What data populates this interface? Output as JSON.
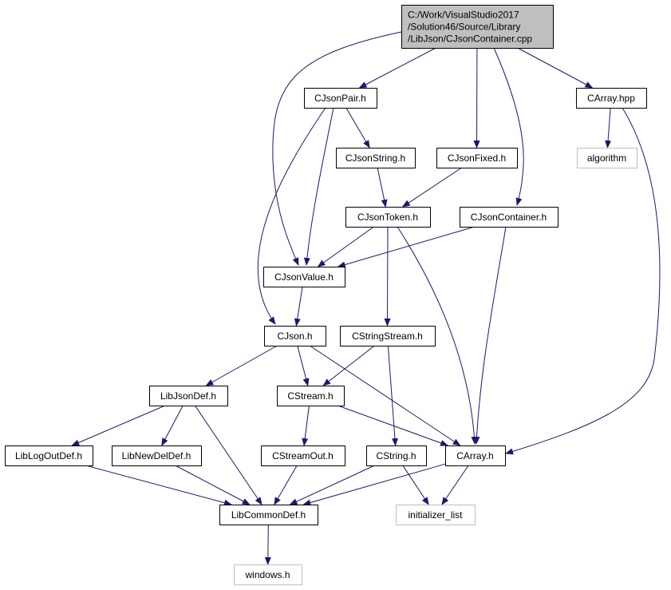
{
  "colors": {
    "edge": "#191970",
    "root_fill": "#bfbfbf",
    "node_fill": "#ffffff",
    "node_border": "#000000",
    "system_border": "#bfbfbf"
  },
  "nodes": [
    {
      "id": "root",
      "kind": "root",
      "lines": [
        "C:/Work/VisualStudio2017",
        "/Solution46/Source/Library",
        "/LibJson/CJsonContainer.cpp"
      ]
    },
    {
      "id": "cjsonpair",
      "kind": "file",
      "lines": [
        "CJsonPair.h"
      ]
    },
    {
      "id": "carrayhpp",
      "kind": "file",
      "lines": [
        "CArray.hpp"
      ]
    },
    {
      "id": "cjsonstring",
      "kind": "file",
      "lines": [
        "CJsonString.h"
      ]
    },
    {
      "id": "cjsonfixed",
      "kind": "file",
      "lines": [
        "CJsonFixed.h"
      ]
    },
    {
      "id": "algorithm",
      "kind": "system",
      "lines": [
        "algorithm"
      ]
    },
    {
      "id": "cjsontoken",
      "kind": "file",
      "lines": [
        "CJsonToken.h"
      ]
    },
    {
      "id": "cjsoncontainer",
      "kind": "file",
      "lines": [
        "CJsonContainer.h"
      ]
    },
    {
      "id": "cjsonvalue",
      "kind": "file",
      "lines": [
        "CJsonValue.h"
      ]
    },
    {
      "id": "cjson",
      "kind": "file",
      "lines": [
        "CJson.h"
      ]
    },
    {
      "id": "cstringstream",
      "kind": "file",
      "lines": [
        "CStringStream.h"
      ]
    },
    {
      "id": "libjsondef",
      "kind": "file",
      "lines": [
        "LibJsonDef.h"
      ]
    },
    {
      "id": "cstream",
      "kind": "file",
      "lines": [
        "CStream.h"
      ]
    },
    {
      "id": "liblogoutdef",
      "kind": "file",
      "lines": [
        "LibLogOutDef.h"
      ]
    },
    {
      "id": "libnewdeldef",
      "kind": "file",
      "lines": [
        "LibNewDelDef.h"
      ]
    },
    {
      "id": "cstreamout",
      "kind": "file",
      "lines": [
        "CStreamOut.h"
      ]
    },
    {
      "id": "cstring",
      "kind": "file",
      "lines": [
        "CString.h"
      ]
    },
    {
      "id": "carrayh",
      "kind": "file",
      "lines": [
        "CArray.h"
      ]
    },
    {
      "id": "libcommondef",
      "kind": "file",
      "lines": [
        "LibCommonDef.h"
      ]
    },
    {
      "id": "initializer_list",
      "kind": "system",
      "lines": [
        "initializer_list"
      ]
    },
    {
      "id": "windows",
      "kind": "system",
      "lines": [
        "windows.h"
      ]
    }
  ],
  "edges": [
    {
      "from": "root",
      "to": "cjsonpair"
    },
    {
      "from": "root",
      "to": "cjsonvalue"
    },
    {
      "from": "root",
      "to": "cjsonfixed"
    },
    {
      "from": "root",
      "to": "cjsoncontainer"
    },
    {
      "from": "root",
      "to": "carrayhpp"
    },
    {
      "from": "cjsonpair",
      "to": "cjsonstring"
    },
    {
      "from": "cjsonpair",
      "to": "cjsonvalue"
    },
    {
      "from": "cjsonpair",
      "to": "cjson"
    },
    {
      "from": "carrayhpp",
      "to": "algorithm"
    },
    {
      "from": "carrayhpp",
      "to": "carrayh"
    },
    {
      "from": "cjsonstring",
      "to": "cjsontoken"
    },
    {
      "from": "cjsonfixed",
      "to": "cjsontoken"
    },
    {
      "from": "cjsontoken",
      "to": "cjsonvalue"
    },
    {
      "from": "cjsontoken",
      "to": "cstringstream"
    },
    {
      "from": "cjsontoken",
      "to": "carrayh"
    },
    {
      "from": "cjsoncontainer",
      "to": "cjsonvalue"
    },
    {
      "from": "cjsoncontainer",
      "to": "carrayh"
    },
    {
      "from": "cjsonvalue",
      "to": "cjson"
    },
    {
      "from": "cjson",
      "to": "libjsondef"
    },
    {
      "from": "cjson",
      "to": "cstream"
    },
    {
      "from": "cjson",
      "to": "carrayh"
    },
    {
      "from": "cstringstream",
      "to": "cstream"
    },
    {
      "from": "cstringstream",
      "to": "cstring"
    },
    {
      "from": "libjsondef",
      "to": "liblogoutdef"
    },
    {
      "from": "libjsondef",
      "to": "libnewdeldef"
    },
    {
      "from": "libjsondef",
      "to": "libcommondef"
    },
    {
      "from": "cstream",
      "to": "cstreamout"
    },
    {
      "from": "cstream",
      "to": "carrayh"
    },
    {
      "from": "liblogoutdef",
      "to": "libcommondef"
    },
    {
      "from": "libnewdeldef",
      "to": "libcommondef"
    },
    {
      "from": "cstreamout",
      "to": "libcommondef"
    },
    {
      "from": "cstring",
      "to": "libcommondef"
    },
    {
      "from": "cstring",
      "to": "initializer_list"
    },
    {
      "from": "carrayh",
      "to": "libcommondef"
    },
    {
      "from": "carrayh",
      "to": "initializer_list"
    },
    {
      "from": "libcommondef",
      "to": "windows"
    }
  ]
}
